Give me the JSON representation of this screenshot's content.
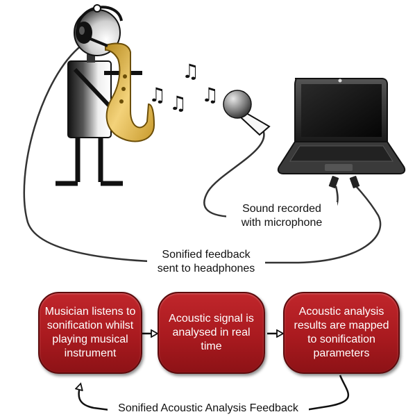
{
  "labels": {
    "sound_recorded": "Sound recorded\nwith microphone",
    "sonified_feedback": "Sonified feedback\nsent to headphones",
    "loop_feedback": "Sonified Acoustic Analysis Feedback"
  },
  "steps": [
    {
      "text": "Musician listens to sonification whilst playing musical instrument"
    },
    {
      "text": "Acoustic signal is analysed in real time"
    },
    {
      "text": "Acoustic analysis results are mapped to sonification parameters"
    }
  ],
  "colors": {
    "box_fill": "#b01e23",
    "box_border": "#5c0a0c",
    "cable": "#333333",
    "saxophone": "#e0b64a"
  },
  "icons": [
    "musician-icon",
    "saxophone-icon",
    "headphones-icon",
    "music-note-icon",
    "microphone-icon",
    "laptop-icon"
  ]
}
